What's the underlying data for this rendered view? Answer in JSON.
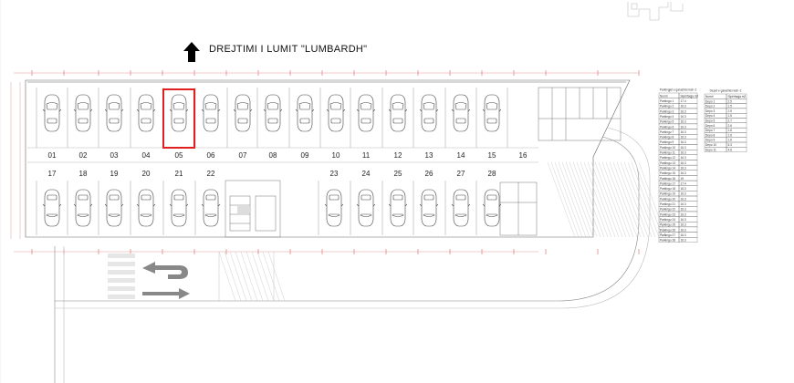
{
  "header": {
    "direction_text": "DREJTIMI  I LUMIT \"LUMBARDH\""
  },
  "parking": {
    "top_row_numbers": [
      "01",
      "02",
      "03",
      "04",
      "05",
      "06",
      "07",
      "08",
      "09",
      "10",
      "11",
      "12",
      "13",
      "14",
      "15",
      "16"
    ],
    "bottom_row_numbers": [
      "17",
      "18",
      "19",
      "20",
      "21",
      "22",
      "23",
      "24",
      "25",
      "26",
      "27",
      "28"
    ],
    "highlighted_spot": "05"
  },
  "table_parking": {
    "title": "Parkingjet e garazhës kati -2",
    "headers": [
      "Numri",
      "Sipërfaqja m2"
    ],
    "rows": [
      [
        "Parkingu 1",
        "17.4"
      ],
      [
        "Parkingu 2",
        "16.3"
      ],
      [
        "Parkingu 3",
        "16.3"
      ],
      [
        "Parkingu 4",
        "16.3"
      ],
      [
        "Parkingu 5",
        "16.3"
      ],
      [
        "Parkingu 6",
        "16.3"
      ],
      [
        "Parkingu 7",
        "16.3"
      ],
      [
        "Parkingu 8",
        "16.3"
      ],
      [
        "Parkingu 9",
        "16.3"
      ],
      [
        "Parkingu 10",
        "16.3"
      ],
      [
        "Parkingu 11",
        "16.3"
      ],
      [
        "Parkingu 12",
        "16.3"
      ],
      [
        "Parkingu 13",
        "16.3"
      ],
      [
        "Parkingu 14",
        "16.3"
      ],
      [
        "Parkingu 15",
        "16.3"
      ],
      [
        "Parkingu 16",
        "19"
      ],
      [
        "Parkingu 17",
        "17.4"
      ],
      [
        "Parkingu 18",
        "16.3"
      ],
      [
        "Parkingu 19",
        "16.3"
      ],
      [
        "Parkingu 20",
        "16.3"
      ],
      [
        "Parkingu 21",
        "16.3"
      ],
      [
        "Parkingu 22",
        "16.3"
      ],
      [
        "Parkingu 23",
        "16.3"
      ],
      [
        "Parkingu 24",
        "16.3"
      ],
      [
        "Parkingu 25",
        "16.3"
      ],
      [
        "Parkingu 26",
        "16.3"
      ],
      [
        "Parkingu 27",
        "16.3"
      ],
      [
        "Parkingu 28",
        "16.3"
      ]
    ]
  },
  "table_storage": {
    "title": "Depot e garazhës kati -2",
    "headers": [
      "Numri",
      "Sipërfaqja m2"
    ],
    "rows": [
      [
        "Depo 1",
        "2.5"
      ],
      [
        "Depo 2",
        "1.5"
      ],
      [
        "Depo 3",
        "1.5"
      ],
      [
        "Depo 4",
        "1.5"
      ],
      [
        "Depo 5",
        "2.7"
      ],
      [
        "Depo 6",
        "2.6"
      ],
      [
        "Depo 7",
        "1.6"
      ],
      [
        "Depo 8",
        "1.6"
      ],
      [
        "Depo 9",
        "1.6"
      ],
      [
        "Depo 10",
        "5.3"
      ],
      [
        "Depo 11",
        "4.6"
      ]
    ]
  },
  "colors": {
    "highlight": "#e02020",
    "dimension": "#d04040",
    "line": "#555555",
    "light_line": "#bbbbbb"
  }
}
